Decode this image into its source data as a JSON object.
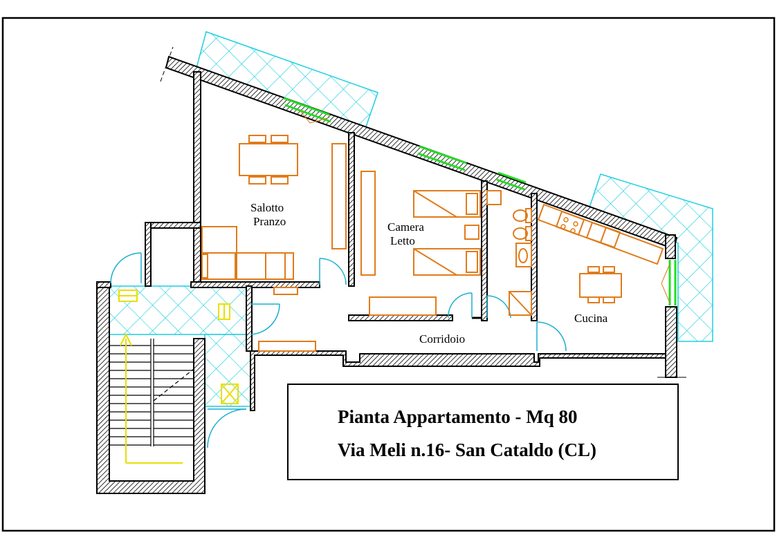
{
  "rooms": {
    "living": [
      "Salotto",
      "Pranzo"
    ],
    "bedroom": [
      "Camera",
      "Letto"
    ],
    "kitchen": "Cucina",
    "corridor": "Corridoio"
  },
  "title": {
    "line1": "Pianta Appartamento - Mq 80",
    "line2": "Via Meli n.16- San Cataldo (CL)"
  },
  "colors": {
    "walls": "#000000",
    "furniture": "#e07b1a",
    "balcony_hatch": "#1ccfe0",
    "windows": "#22dd22",
    "stairs_arrow": "#e8e000"
  }
}
